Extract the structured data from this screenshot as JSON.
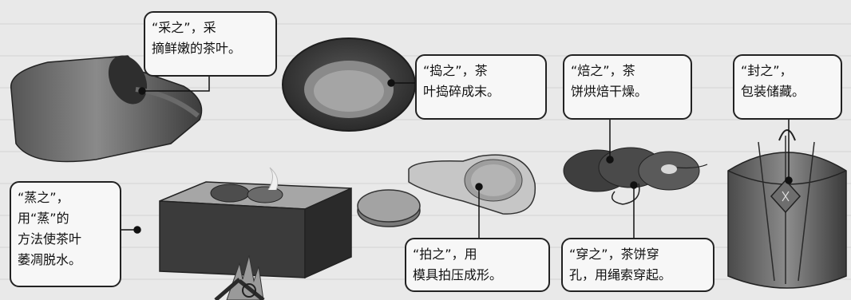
{
  "steps": {
    "cai": {
      "text": "“采之”，采\n摘鲜嫩的茶叶。"
    },
    "dao": {
      "text": "“捣之”，茶\n叶捣碎成末。"
    },
    "bei": {
      "text": "“焙之”，茶\n饼烘焙干燥。"
    },
    "feng": {
      "text": "“封之”，\n包装储藏。"
    },
    "zheng": {
      "text": "“蒸之”，\n用“蒸”的\n方法使茶叶\n萎凋脱水。"
    },
    "pai": {
      "text": "“拍之”，用\n模具拍压成形。"
    },
    "chuan": {
      "text": "“穿之”，茶饼穿\n孔，用绳索穿起。"
    }
  },
  "colors": {
    "background": "#e9e9e9",
    "ink": "#111111",
    "object_dark": "#3a3a3a",
    "object_mid": "#6e6e6e",
    "object_light": "#a8a8a8",
    "tea_cake": "#9a9a9a"
  }
}
